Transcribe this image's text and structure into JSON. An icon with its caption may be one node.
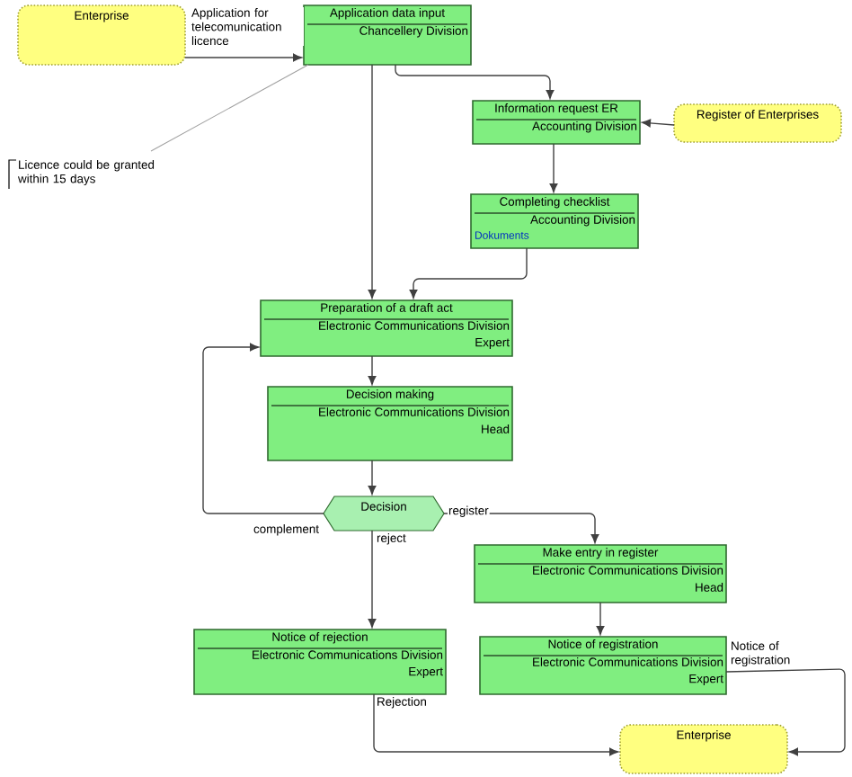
{
  "diagram": {
    "nodes": [
      {
        "text": [
          "Enterprise"
        ]
      },
      {
        "text": [
          "Application data input",
          "Chancellery Division"
        ]
      },
      {
        "text": [
          "Information request ER",
          "Accounting Division"
        ]
      },
      {
        "text": [
          "Register of Enterprises"
        ]
      },
      {
        "text": [
          "Completing checklist",
          "Accounting Division",
          "Dokuments"
        ]
      },
      {
        "text": [
          "Preparation of a draft act",
          "Electronic Communications Division",
          "Expert"
        ]
      },
      {
        "text": [
          "Decision making",
          "Electronic Communications Division",
          "Head"
        ]
      },
      {
        "text": [
          "Decision"
        ]
      },
      {
        "text": [
          "Make entry in register",
          "Electronic Communications Division",
          "Head"
        ]
      },
      {
        "text": [
          "Notice of rejection",
          "Electronic Communications Division",
          "Expert"
        ]
      },
      {
        "text": [
          "Notice of registration",
          "Electronic Communications Division",
          "Expert"
        ]
      },
      {
        "text": [
          "Enterprise"
        ]
      },
      {
        "text": [
          "Licence could be granted within 15 days"
        ]
      }
    ],
    "edges": [
      {
        "from": 0,
        "to": 1,
        "arrow": "to",
        "label": "Application for telecomunication licence"
      },
      {
        "from": 1,
        "to": 2,
        "arrow": "to"
      },
      {
        "from": 3,
        "to": 2,
        "arrow": "to"
      },
      {
        "from": 2,
        "to": 4,
        "arrow": "to"
      },
      {
        "from": 4,
        "to": 5,
        "arrow": "to"
      },
      {
        "from": 1,
        "to": 5,
        "arrow": "to"
      },
      {
        "from": 5,
        "to": 6,
        "arrow": "to"
      },
      {
        "from": 6,
        "to": 7,
        "arrow": "to"
      },
      {
        "from": 7,
        "to": 5,
        "arrow": "to",
        "label": "complement"
      },
      {
        "from": 7,
        "to": 8,
        "arrow": "to",
        "label": "register"
      },
      {
        "from": 7,
        "to": 9,
        "arrow": "to",
        "label": "reject"
      },
      {
        "from": 8,
        "to": 10,
        "arrow": "to"
      },
      {
        "from": 9,
        "to": 11,
        "arrow": "to",
        "label": "Rejection"
      },
      {
        "from": 10,
        "to": 11,
        "arrow": "to",
        "label": "Notice of registration"
      },
      {
        "from": 12,
        "to": 1,
        "arrow": "none",
        "color": "#a0a0a0"
      }
    ]
  }
}
